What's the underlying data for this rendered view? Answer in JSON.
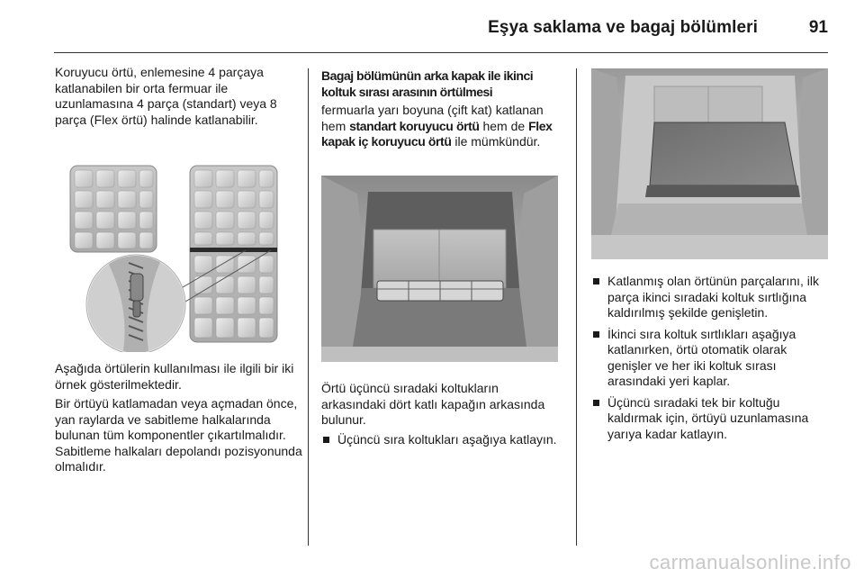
{
  "header": {
    "title": "Eşya saklama ve bagaj bölümleri",
    "page_number": "91"
  },
  "column1": {
    "intro": "Koruyucu örtü, enlemesine 4 parçaya katlanabilen bir orta fermuar ile uzunlamasına 4 parça (standart) veya 8 parça (Flex örtü) halinde katlanabilir.",
    "para1": "Aşağıda örtülerin kullanılması ile ilgili bir iki örnek gösterilmektedir.",
    "para2": "Bir örtüyü katlamadan veya açmadan önce, yan raylarda ve sabitleme halkalarında bulunan tüm komponentler çıkartılmalıdır. Sabitleme halkaları depolandı pozisyonunda olmalıdır."
  },
  "column2": {
    "heading": "Bagaj bölümünün arka kapak ile ikinci koltuk sırası arasının örtülmesi",
    "intro_start": "fermuarla yarı boyuna (çift kat) katlanan hem ",
    "intro_bold1": "standart koruyucu örtü",
    "intro_mid": " hem de ",
    "intro_bold2": "Flex kapak iç koruyucu örtü",
    "intro_end": " ile mümkündür.",
    "para": "Örtü üçüncü sıradaki koltukların arkasındaki dört katlı kapağın arkasında bulunur.",
    "bullets": [
      "Üçüncü sıra koltukları aşağıya katlayın."
    ]
  },
  "column3": {
    "bullets": [
      "Katlanmış olan örtünün parçalarını, ilk parça ikinci sıradaki koltuk sırtlığına kaldırılmış şekilde genişletin.",
      "İkinci sıra koltuk sırtlıkları aşağıya katlanırken, örtü otomatik olarak genişler ve her iki koltuk sırası arasındaki yeri kaplar.",
      "Üçüncü sıradaki tek bir koltuğu kaldırmak için, örtüyü uzunlamasına yarıya kadar katlayın."
    ]
  },
  "watermark": "carmanualsonline.info"
}
